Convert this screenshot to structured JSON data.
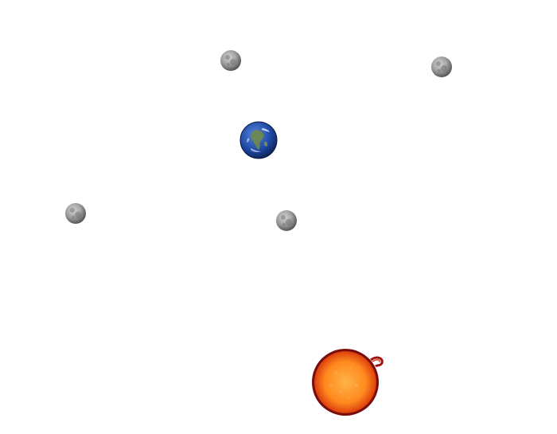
{
  "scene": {
    "background": "#ffffff",
    "colors": {
      "moon": "#9a9a9a",
      "earth_ocean": "#1f4aa8",
      "earth_land": "#6f8a4a",
      "sun_core": "#ff8a1e",
      "sun_rim": "#8a0f0f"
    },
    "bodies": [
      {
        "id": "moon-1",
        "kind": "moon",
        "icon": "moon-icon"
      },
      {
        "id": "moon-2",
        "kind": "moon",
        "icon": "moon-icon"
      },
      {
        "id": "earth",
        "kind": "earth",
        "icon": "earth-icon"
      },
      {
        "id": "moon-3",
        "kind": "moon",
        "icon": "moon-icon"
      },
      {
        "id": "moon-4",
        "kind": "moon",
        "icon": "moon-icon"
      },
      {
        "id": "sun",
        "kind": "sun",
        "icon": "sun-icon"
      }
    ]
  }
}
